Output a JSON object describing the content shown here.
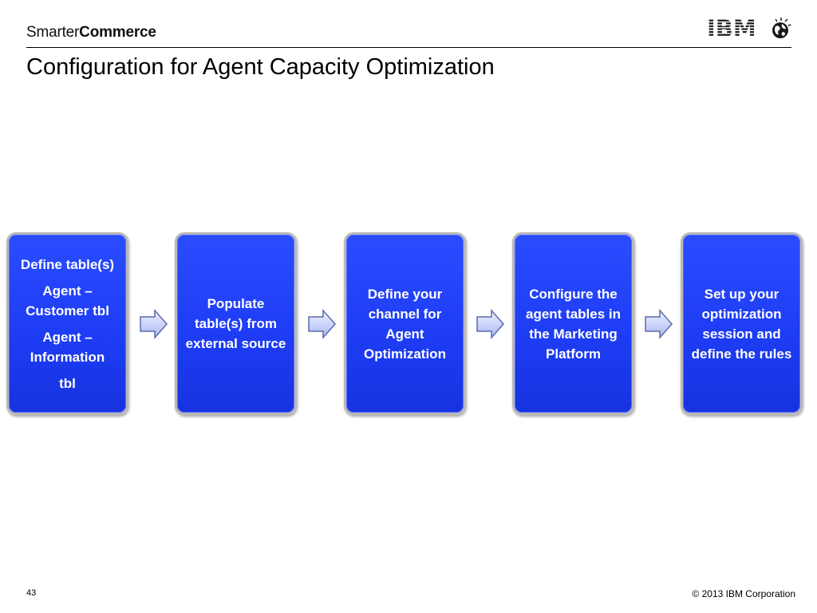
{
  "header": {
    "brand_light": "Smarter",
    "brand_bold": "Commerce",
    "logo_text": "IBM"
  },
  "title": "Configuration for Agent Capacity Optimization",
  "steps": [
    {
      "lines": [
        "Define table(s)",
        "Agent – Customer tbl",
        "Agent – Information",
        "tbl"
      ]
    },
    {
      "lines": [
        "Populate table(s) from external source"
      ]
    },
    {
      "lines": [
        "Define your channel for Agent Optimization"
      ]
    },
    {
      "lines": [
        "Configure the agent tables in the Marketing Platform"
      ]
    },
    {
      "lines": [
        "Set up your optimization session and define the rules"
      ]
    }
  ],
  "footer": {
    "slide_number": "43",
    "copyright": "© 2013 IBM Corporation"
  },
  "colors": {
    "box_fill": "#1e3df5",
    "box_border": "#b9b9b9",
    "arrow_fill": "#c9d3ff"
  }
}
